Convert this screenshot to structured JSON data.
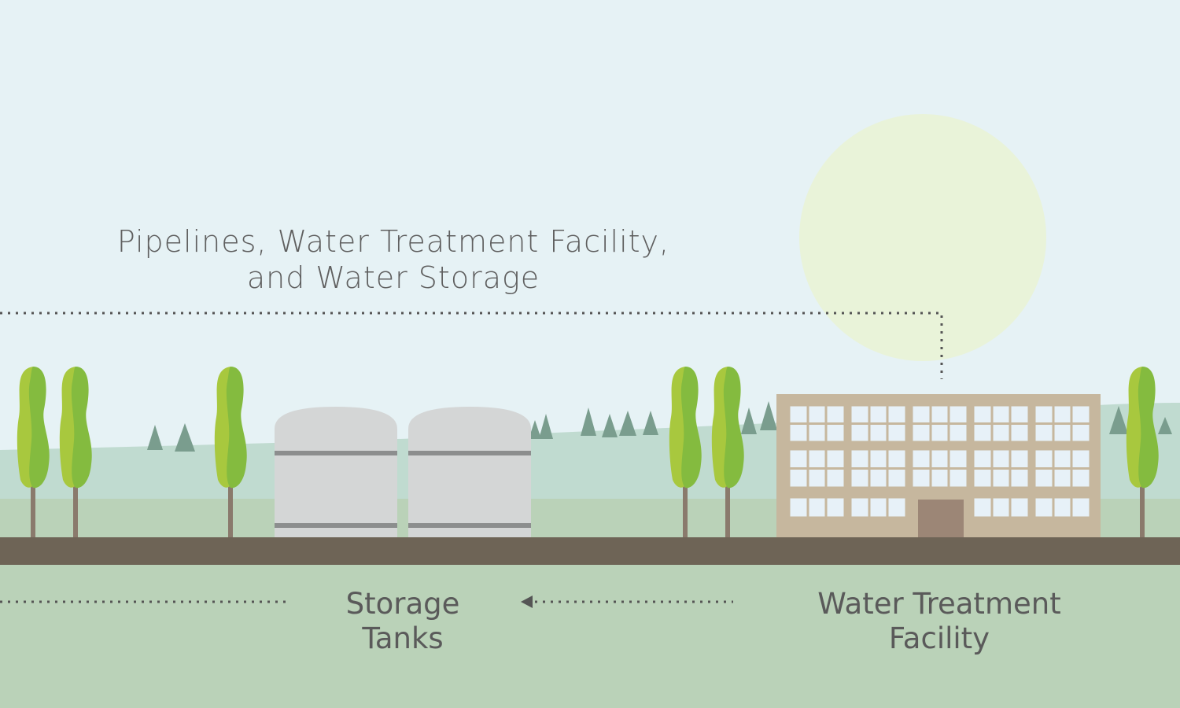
{
  "diagram": {
    "header_lines": [
      "Pipelines, Water Treatment Facility,",
      "and Water Storage"
    ],
    "storage_label_lines": [
      "Storage",
      "Tanks"
    ],
    "facility_label_lines": [
      "Water Treatment",
      "Facility"
    ]
  },
  "colors": {
    "sky": "#e6f2f5",
    "sun": "#e9f3d9",
    "hill": "#c0dbd0",
    "meadow": "#bad2b8",
    "ground": "#6e6456",
    "tank": "#d4d6d6",
    "tank_band": "#8c8e8e",
    "building": "#c6b79e",
    "window": "#e7f1f8",
    "door": "#9c8676",
    "tree_light": "#a8c83e",
    "tree_dark": "#84bb3f",
    "trunk": "#8a7a6c",
    "pine": "#7a9d8e",
    "dotted_line": "#555555",
    "text": "#5c5c5c"
  }
}
